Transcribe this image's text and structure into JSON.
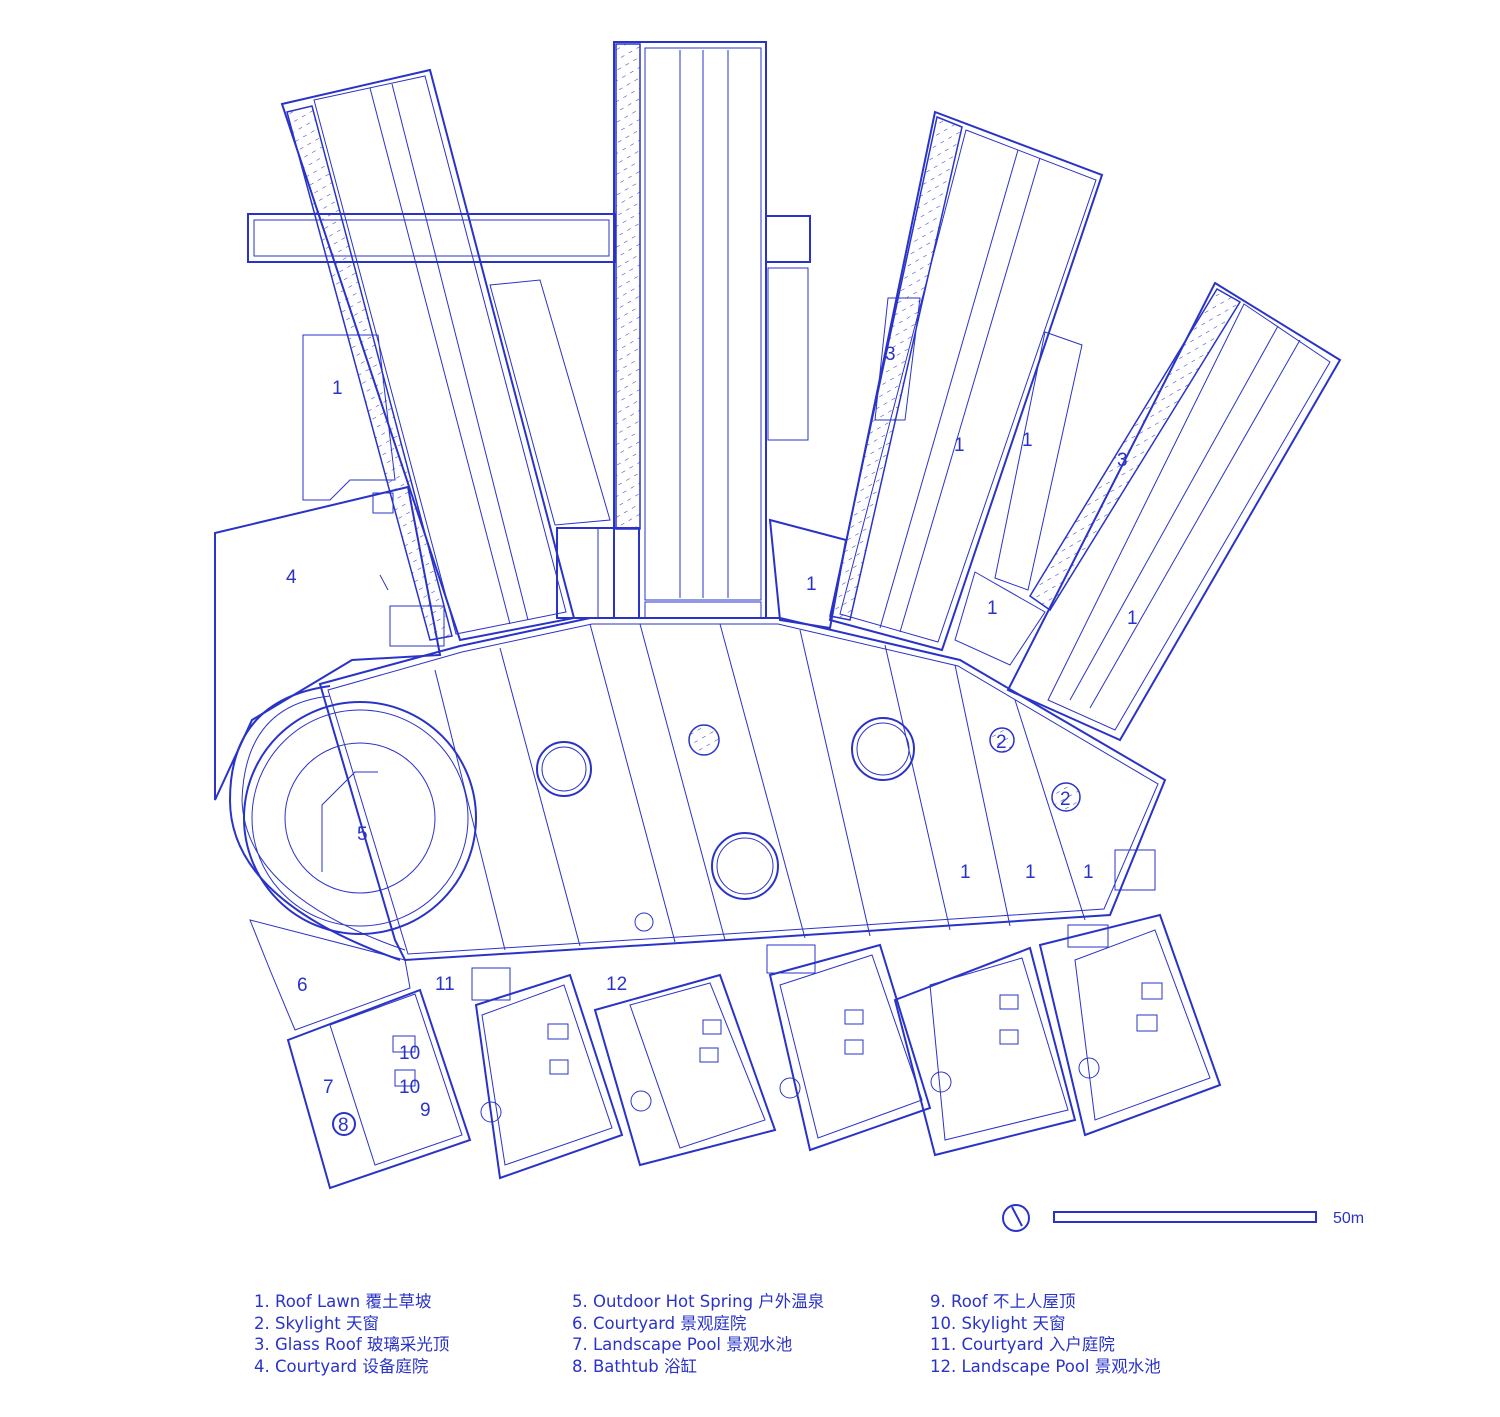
{
  "colors": {
    "ink": "#2a33c8",
    "background": "#ffffff"
  },
  "plan_labels": {
    "roof_lawn": "1",
    "skylight_small": "2",
    "glass_roof": "3",
    "courtyard_equipment": "4",
    "outdoor_hot_spring": "5",
    "courtyard_landscape": "6",
    "landscape_pool_unit": "7",
    "bathtub": "8",
    "roof_unit": "9",
    "skylight_unit": "10",
    "courtyard_entry": "11",
    "landscape_pool": "12"
  },
  "scale_bar": {
    "label": "50m"
  },
  "north_arrow_icon": "north-arrow-icon",
  "legend": {
    "column1": [
      "1. Roof Lawn  覆土草坡",
      "2. Skylight  天窗",
      "3. Glass Roof  玻璃采光顶",
      "4. Courtyard  设备庭院"
    ],
    "column2": [
      "5. Outdoor Hot Spring  户外温泉",
      "6. Courtyard  景观庭院",
      "7. Landscape Pool  景观水池",
      "8. Bathtub  浴缸"
    ],
    "column3": [
      "9. Roof  不上人屋顶",
      "10. Skylight  天窗",
      "11. Courtyard  入户庭院",
      "12. Landscape Pool  景观水池"
    ]
  }
}
